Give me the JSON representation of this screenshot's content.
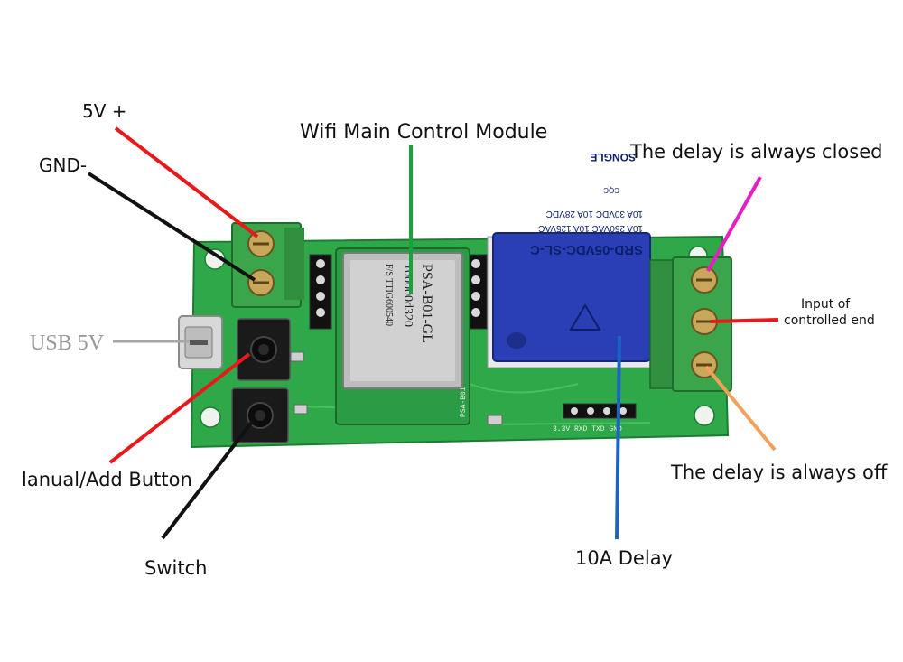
{
  "labels": {
    "v5_plus": "5V +",
    "gnd": "GND-",
    "usb_5v": "USB 5V",
    "main_module": "Wifi Main Control Module",
    "delay_closed": "The delay is always closed",
    "input_line1": "Input of",
    "input_line2": "controlled end",
    "manual_button": "lanual/Add Button",
    "delay_off": "The delay is always off",
    "switch": "Switch",
    "relay_10a": "10A Delay"
  },
  "module": {
    "line1": "PSA-B01-GL",
    "line2": "100000d320",
    "line3": "F/S  TTIG600540",
    "pcb_name": "PSA-B01"
  },
  "relay": {
    "model": "SRD-05VDC-SL-C",
    "spec1": "10A 250VAC  10A 125VAC",
    "spec2": "10A 30VDC  10A 28VDC",
    "brand": "SONGLE",
    "cert": "CQC"
  },
  "pcb": {
    "header_label": "3.3V RXD TXD GND"
  },
  "colors": {
    "pcb_green": "#2fa84a",
    "terminal_green": "#3aa54a",
    "relay_blue": "#2a3fb5",
    "wire_red": "#e8191b",
    "wire_black": "#111111",
    "wire_green": "#15a33b",
    "wire_blue": "#1c63c4",
    "wire_magenta": "#e61fc4",
    "wire_orange": "#f5a05a",
    "wire_gray": "#a6a6a6"
  }
}
